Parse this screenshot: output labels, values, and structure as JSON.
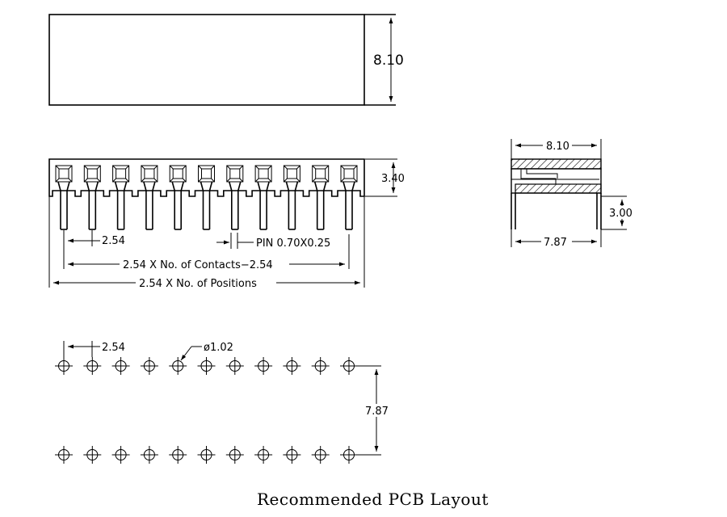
{
  "top_view": {
    "height_label": "8.10"
  },
  "front_view": {
    "height_label": "3.40",
    "pitch_label": "2.54",
    "pin_label": "PIN 0.70X0.25",
    "contacts_span_label": "2.54 X No. of Contacts−2.54",
    "positions_span_label": "2.54 X No. of Positions",
    "contact_count": 11
  },
  "side_view": {
    "width_label": "8.10",
    "height_label": "3.00",
    "pin_span_label": "7.87"
  },
  "pcb_layout": {
    "pitch_label": "2.54",
    "hole_label": "ø1.02",
    "row_spacing_label": "7.87",
    "caption": "Recommended PCB Layout",
    "holes_per_row": 11
  }
}
